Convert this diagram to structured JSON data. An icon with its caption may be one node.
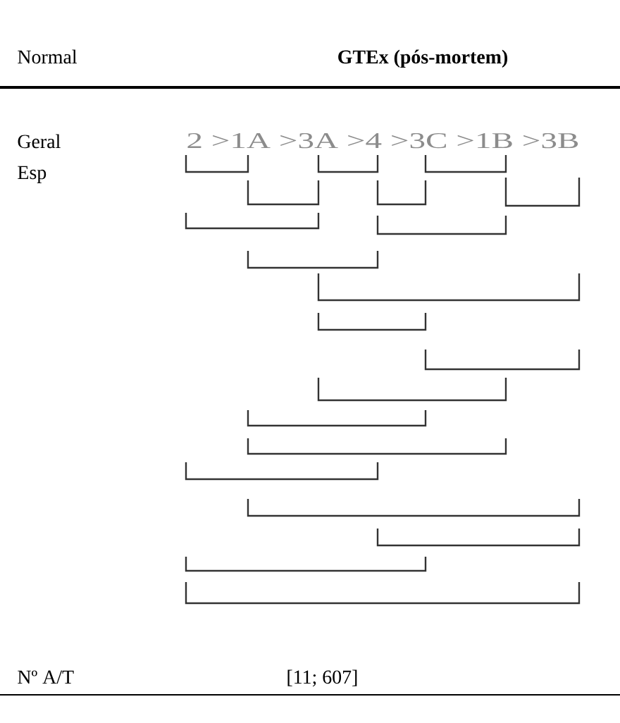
{
  "diagram": {
    "labels": [
      "Normal",
      "GTEx (pós-mortem)",
      "Geral",
      "2 >1A >3A >4 >3C >1B >3B",
      "Esp",
      "Nº A/T",
      "[11; 607]"
    ]
  }
}
